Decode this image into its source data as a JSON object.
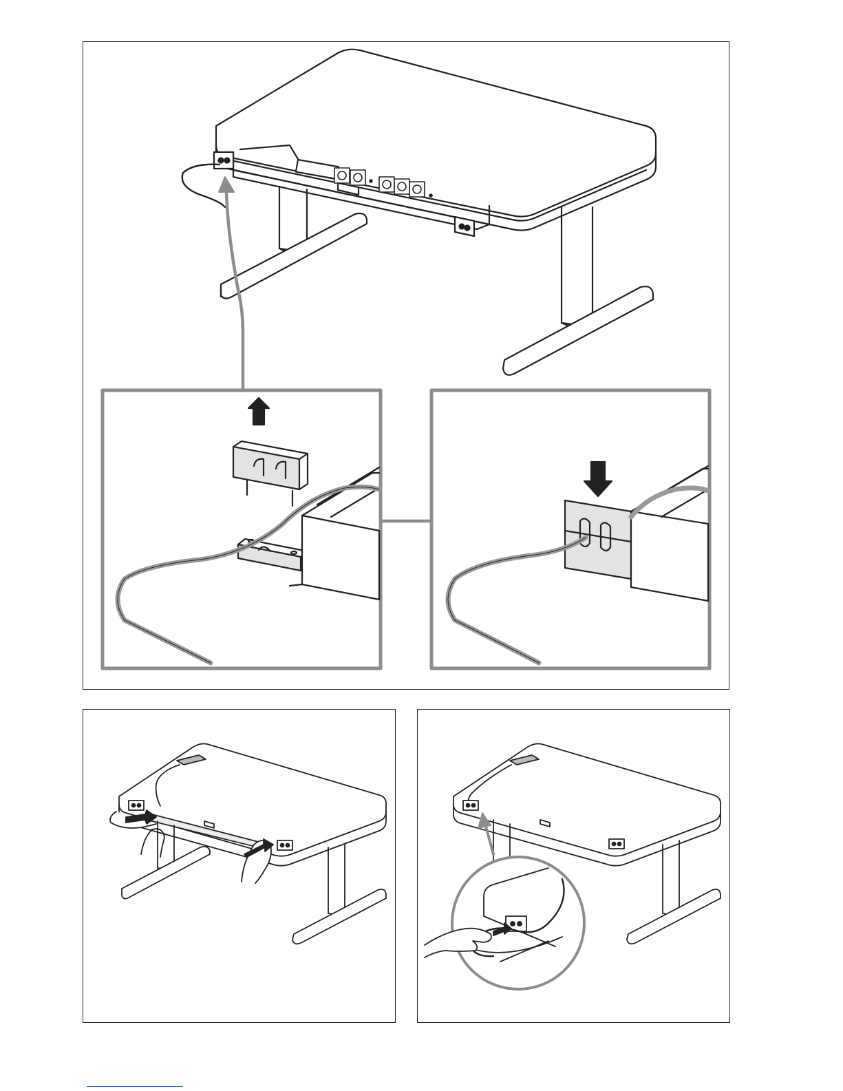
{
  "page": {
    "title": "",
    "colors": {
      "line": "#222222",
      "callout": "#8c8c8c",
      "cable": "#9a9a9a",
      "block": "#e3e3e3",
      "background": "#ffffff",
      "footer_rule": "#3a5fcd"
    }
  },
  "figures": [
    {
      "id": "top",
      "depicts": "desk-rear-cable-tray",
      "insets": [
        "clip-removed",
        "clip-installed"
      ],
      "arrows": [
        "up-arrow-icon",
        "down-arrow-icon"
      ]
    },
    {
      "id": "bottom-left",
      "depicts": "desk-hands-pushing-tray"
    },
    {
      "id": "bottom-right",
      "depicts": "desk-cable-plug-magnified"
    }
  ]
}
